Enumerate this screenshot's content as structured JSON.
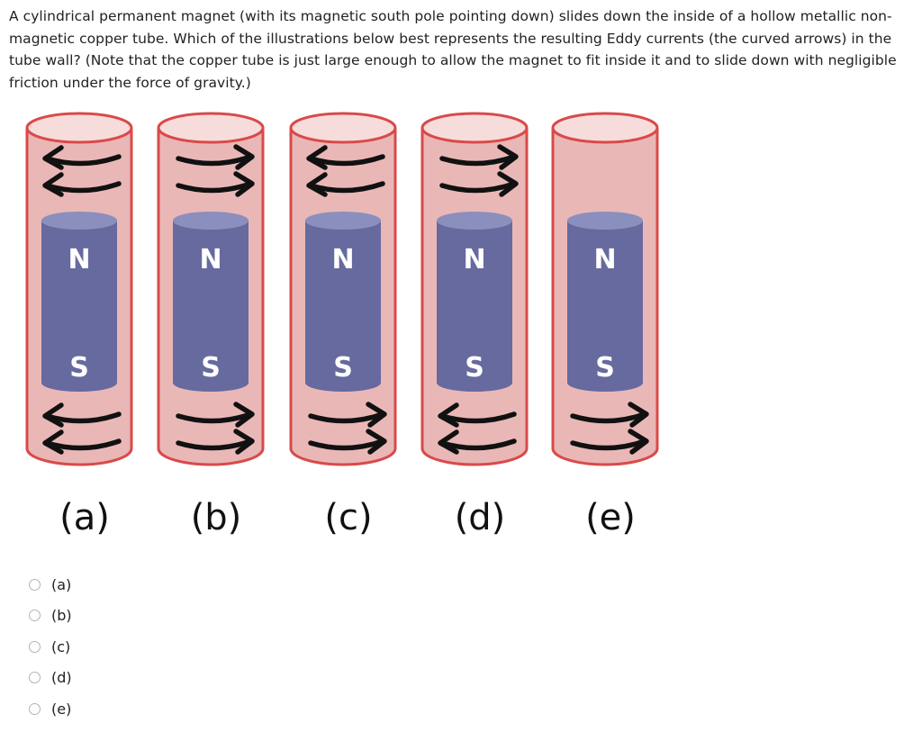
{
  "question": {
    "text": "A cylindrical permanent magnet (with its magnetic south pole pointing down) slides down the inside of a hollow metallic non-magnetic copper tube. Which of the illustrations below best represents the resulting Eddy currents (the curved arrows) in the tube wall? (Note that the copper tube is just large enough to allow the magnet to fit inside it and to slide down with negligible friction under the force of gravity.)"
  },
  "figure": {
    "colors": {
      "tube_fill": "#eab7b7",
      "tube_stroke": "#d94a4a",
      "tube_top": "#f7dcdc",
      "magnet_body": "#666a9e",
      "magnet_top": "#8a8fbd",
      "arrow": "#111111",
      "pole_text": "#ffffff"
    },
    "panels": [
      {
        "label": "(a)",
        "north": "N",
        "south": "S",
        "top_arrows": "left",
        "bottom_arrows": "left"
      },
      {
        "label": "(b)",
        "north": "N",
        "south": "S",
        "top_arrows": "right",
        "bottom_arrows": "right"
      },
      {
        "label": "(c)",
        "north": "N",
        "south": "S",
        "top_arrows": "left",
        "bottom_arrows": "right"
      },
      {
        "label": "(d)",
        "north": "N",
        "south": "S",
        "top_arrows": "right",
        "bottom_arrows": "left"
      },
      {
        "label": "(e)",
        "north": "N",
        "south": "S",
        "top_arrows": "none",
        "bottom_arrows": "right"
      }
    ]
  },
  "options": [
    {
      "label": "(a)",
      "selected": false
    },
    {
      "label": "(b)",
      "selected": false
    },
    {
      "label": "(c)",
      "selected": false
    },
    {
      "label": "(d)",
      "selected": false
    },
    {
      "label": "(e)",
      "selected": false
    }
  ]
}
